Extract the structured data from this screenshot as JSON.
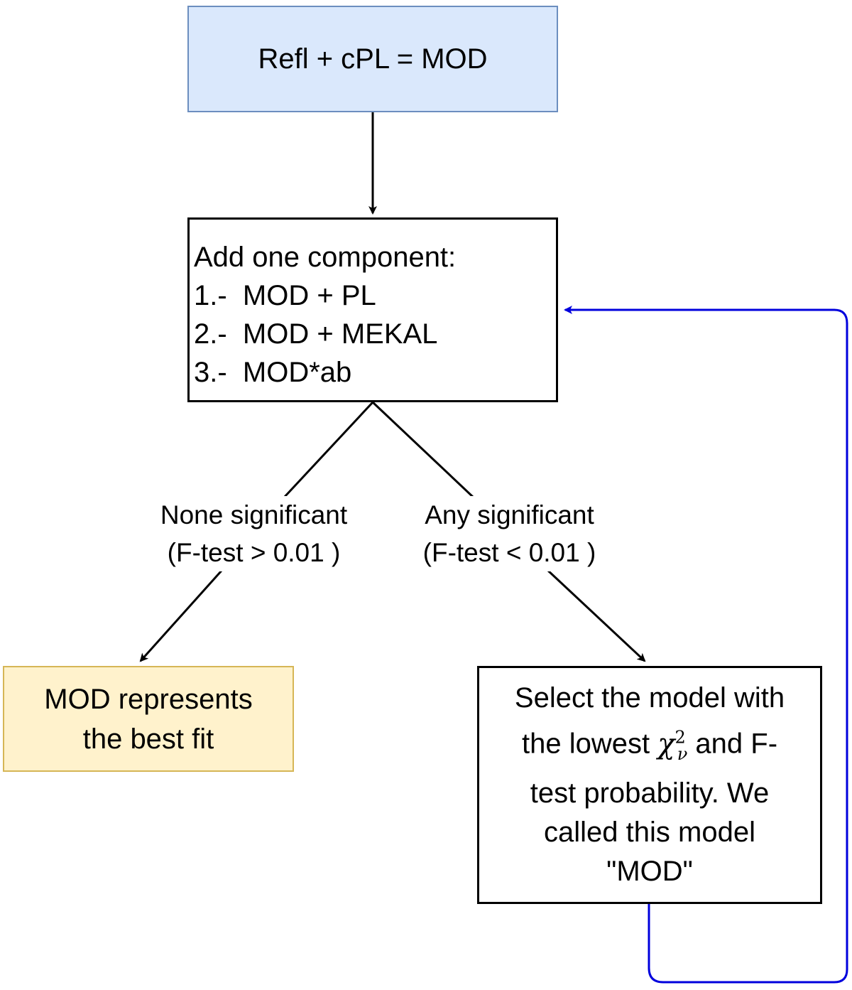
{
  "start_box": {
    "text": "Refl + cPL = MOD"
  },
  "add_box": {
    "title": "Add one component:",
    "items": [
      "1.-  MOD + PL",
      "2.-  MOD + MEKAL",
      "3.-  MOD*ab"
    ]
  },
  "branch_none": {
    "line1": "None significant",
    "line2": "(F-test > 0.01 )"
  },
  "branch_any": {
    "line1": "Any significant",
    "line2": "(F-test < 0.01 )"
  },
  "best_fit_box": {
    "line1": "MOD represents",
    "line2": "the best fit"
  },
  "select_box": {
    "line1": "Select the model with",
    "line2_pre": "the lowest ",
    "chi_symbol": "χ",
    "chi_sup": "2",
    "chi_sub": "ν",
    "line2_post": " and F-",
    "line3": "test probability. We",
    "line4": "called this model",
    "line5": "\"MOD\""
  },
  "colors": {
    "start_fill": "#dae8fc",
    "start_border": "#6c8ebf",
    "best_fill": "#fff2cc",
    "best_border": "#d6b656",
    "loop_arrow": "#0000dd"
  }
}
